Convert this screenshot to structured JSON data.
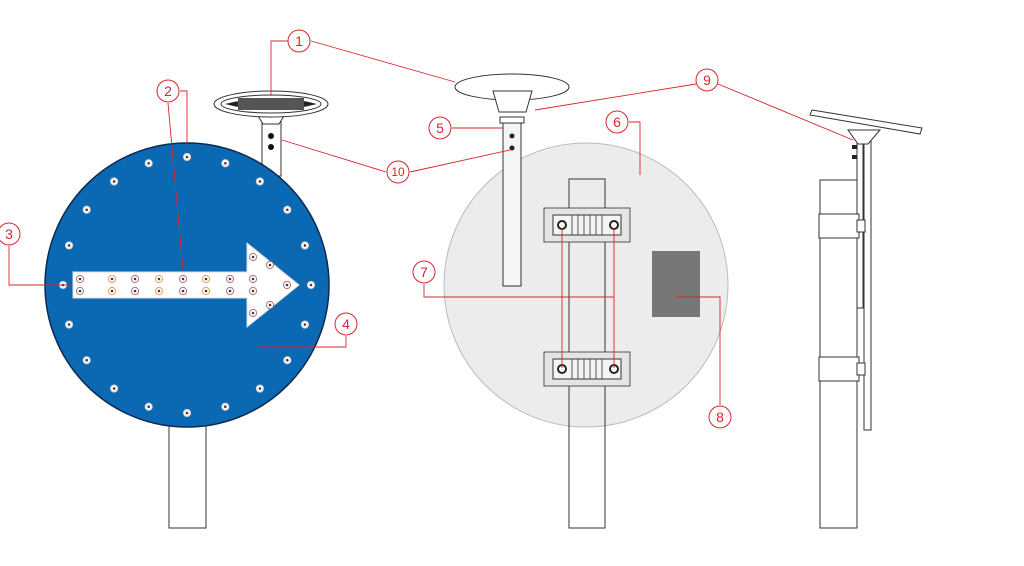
{
  "callouts": [
    "1",
    "2",
    "3",
    "4",
    "5",
    "6",
    "7",
    "8",
    "9",
    "10"
  ],
  "colors": {
    "sign_blue": "#0b68b3",
    "callout_red": "#d9262c",
    "back_panel": "#ececec",
    "battery_box": "#777777"
  }
}
